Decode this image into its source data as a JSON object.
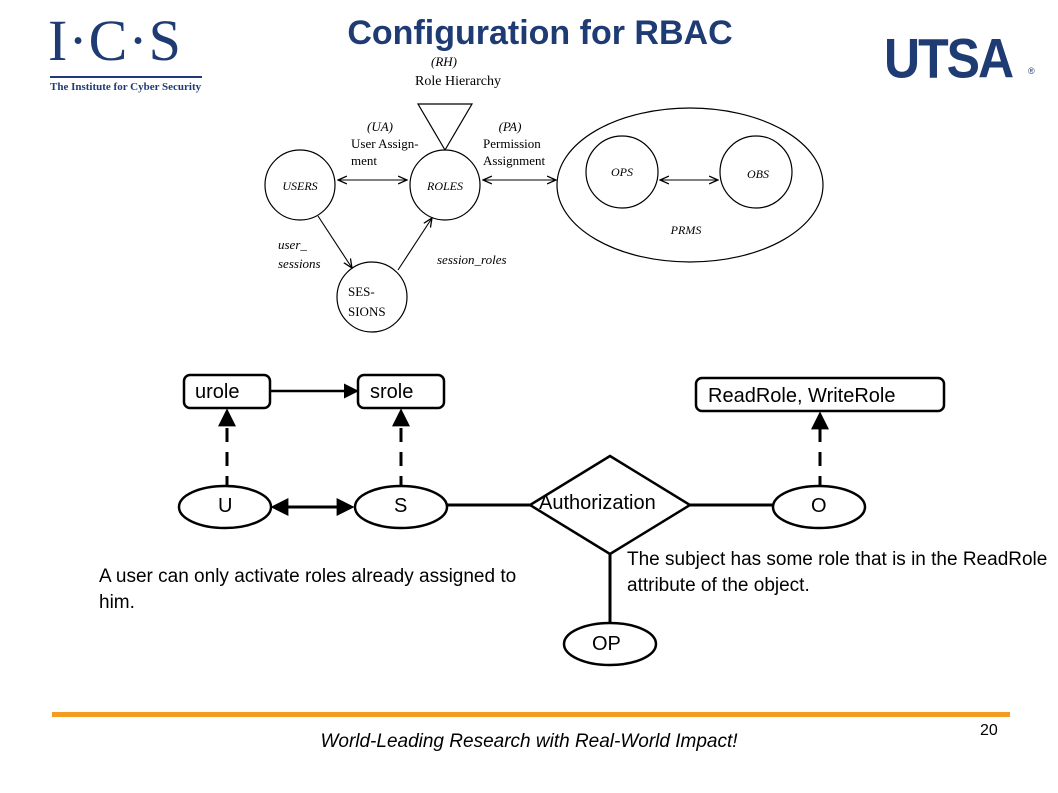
{
  "header": {
    "title": "Configuration for RBAC",
    "ics_logo_text": "I·C·S",
    "ics_logo_subtitle": "The Institute for Cyber Security",
    "utsa_logo_text": "UTSA",
    "utsa_logo_mark": "®"
  },
  "rbac_model": {
    "rh_abbrev": "(RH)",
    "rh_label": "Role Hierarchy",
    "ua_abbrev": "(UA)",
    "ua_label_line1": "User Assign-",
    "ua_label_line2": "ment",
    "pa_abbrev": "(PA)",
    "pa_label_line1": "Permission",
    "pa_label_line2": "Assignment",
    "users": "USERS",
    "roles": "ROLES",
    "ops": "OPS",
    "obs": "OBS",
    "prms": "PRMS",
    "sessions_line1": "SES-",
    "sessions_line2": "SIONS",
    "user_sessions_line1": "user_",
    "user_sessions_line2": "sessions",
    "session_roles": "session_roles"
  },
  "policy": {
    "urole": "urole",
    "srole": "srole",
    "object_roles": "ReadRole, WriteRole",
    "u": "U",
    "s": "S",
    "o": "O",
    "authorization": "Authorization",
    "op": "OP",
    "caption_left": "A user can only activate roles already assigned to him.",
    "caption_right": "The subject has some role that is in the ReadRole attribute of the object."
  },
  "footer": {
    "tagline": "World-Leading Research with Real-World Impact!",
    "page_number": "20"
  },
  "colors": {
    "brand_navy": "#1f3b73",
    "footer_rule": "#f39c1f"
  }
}
